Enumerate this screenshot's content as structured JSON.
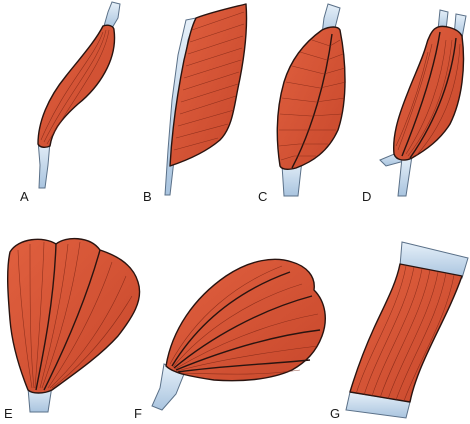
{
  "colors": {
    "muscle": "#d9553a",
    "muscle_dark": "#b83e26",
    "tendon": "#bcd3ea",
    "tendon_light": "#e6f0f9",
    "outline": "#2a1410"
  },
  "figures": [
    {
      "id": "A",
      "label": "A"
    },
    {
      "id": "B",
      "label": "B"
    },
    {
      "id": "C",
      "label": "C"
    },
    {
      "id": "D",
      "label": "D"
    },
    {
      "id": "E",
      "label": "E"
    },
    {
      "id": "F",
      "label": "F"
    },
    {
      "id": "G",
      "label": "G"
    }
  ]
}
